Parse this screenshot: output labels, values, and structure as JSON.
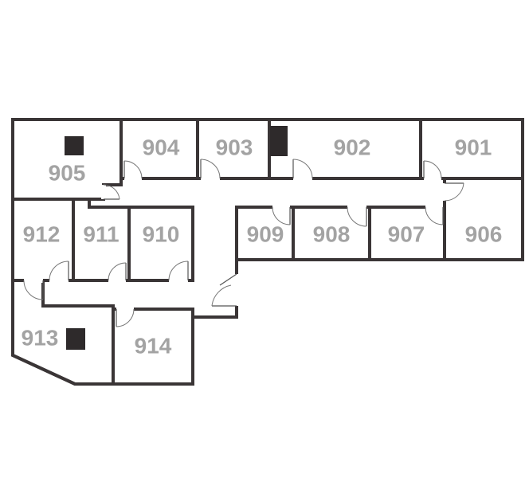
{
  "floorplan": {
    "rooms": [
      {
        "id": "905",
        "label": "905"
      },
      {
        "id": "904",
        "label": "904"
      },
      {
        "id": "903",
        "label": "903"
      },
      {
        "id": "902",
        "label": "902"
      },
      {
        "id": "901",
        "label": "901"
      },
      {
        "id": "906",
        "label": "906"
      },
      {
        "id": "907",
        "label": "907"
      },
      {
        "id": "908",
        "label": "908"
      },
      {
        "id": "909",
        "label": "909"
      },
      {
        "id": "910",
        "label": "910"
      },
      {
        "id": "911",
        "label": "911"
      },
      {
        "id": "912",
        "label": "912"
      },
      {
        "id": "913",
        "label": "913"
      },
      {
        "id": "914",
        "label": "914"
      }
    ],
    "colors": {
      "wall": "#3a3536",
      "label": "#a3a3a3",
      "core": "#2e2a2b",
      "background": "#ffffff"
    }
  }
}
